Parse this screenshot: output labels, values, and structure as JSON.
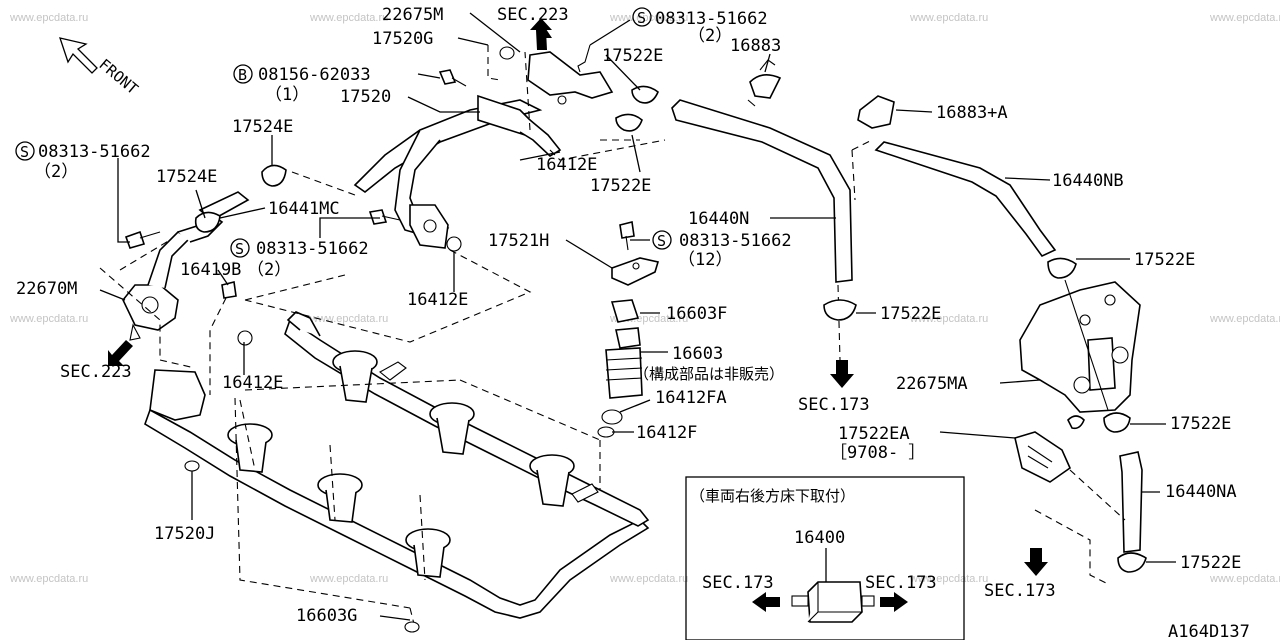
{
  "watermark": "www.epcdata.ru",
  "diagram_id": "A164D137",
  "front_label": "FRONT",
  "inset": {
    "title": "（車両右後方床下取付）",
    "part": "16400",
    "left_ref": "SEC.173",
    "right_ref": "SEC.173"
  },
  "labels": {
    "p22675M": "22675M",
    "sec223_top": "SEC.223",
    "s08313_top": "08313-51662",
    "s08313_top_qty": "（2）",
    "p17520G": "17520G",
    "p17522E_top": "17522E",
    "p16883": "16883",
    "b08156": "08156-62033",
    "b08156_qty": "（1）",
    "p17520": "17520",
    "p16883A": "16883+A",
    "p17524E_a": "17524E",
    "s08313_left": "08313-51662",
    "s08313_left_qty": "（2）",
    "p16412E_a": "16412E",
    "p17522E_b": "17522E",
    "p16440NB": "16440NB",
    "p17524E_b": "17524E",
    "p16441MC": "16441MC",
    "p16440N": "16440N",
    "p17521H": "17521H",
    "s08313_mid": "08313-51662",
    "s08313_mid_qty": "（12）",
    "s08313_center": "08313-51662",
    "p16419B": "16419B",
    "p16419B_qty": "（2）",
    "p17522E_right1": "17522E",
    "p22670M": "22670M",
    "p16412E_b": "16412E",
    "p16603F": "16603F",
    "p17522E_mid": "17522E",
    "sec223_left": "SEC.223",
    "p16603": "16603",
    "not_sold": "（構成部品は非販売）",
    "p16412E_c": "16412E",
    "p16412FA": "16412FA",
    "sec173_mid": "SEC.173",
    "p22675MA": "22675MA",
    "p17522E_right2": "17522E",
    "p16412F": "16412F",
    "p17522EA": "17522EA",
    "p17522EA_date": "［9708-    ］",
    "p16440NA": "16440NA",
    "p17520J": "17520J",
    "p17522E_right3": "17522E",
    "sec173_bottom": "SEC.173",
    "p16603G": "16603G"
  },
  "symbols": {
    "S": "S",
    "B": "B"
  }
}
